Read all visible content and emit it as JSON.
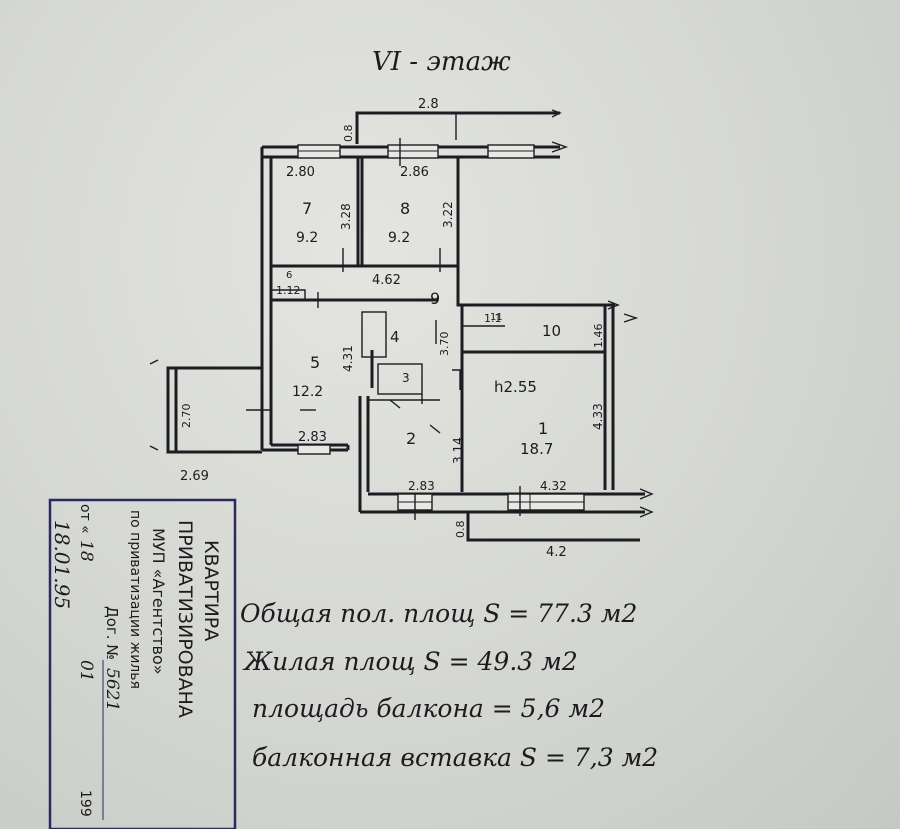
{
  "floor_title": "VI - этаж",
  "dims": {
    "bay_top": "2.8",
    "bay_side": "0.8",
    "r7_width": "2.80",
    "r7_depth": "3.28",
    "r8_width": "2.86",
    "r8_depth": "3.22",
    "r6_width": "1.12",
    "corr_width": "4.62",
    "r9_depth": "3.70",
    "r11_width": "1.1",
    "r10_width": "1.46",
    "r5_depth": "4.31",
    "r1_height": "2.55",
    "r1_depth": "4.33",
    "r5_width": "2.83",
    "r2_depth": "3.14",
    "r2_width": "2.83",
    "r1_width": "4.32",
    "balcony_depth": "2.70",
    "balcony_width": "2.69",
    "bottom_side": "0.8",
    "bottom_bay": "4.2"
  },
  "rooms": [
    {
      "num": "7",
      "area": "9.2"
    },
    {
      "num": "8",
      "area": "9.2"
    },
    {
      "num": "6",
      "area": ""
    },
    {
      "num": "9",
      "area": ""
    },
    {
      "num": "11",
      "area": ""
    },
    {
      "num": "10",
      "area": ""
    },
    {
      "num": "5",
      "area": "12.2"
    },
    {
      "num": "4",
      "area": ""
    },
    {
      "num": "3",
      "area": ""
    },
    {
      "num": "2",
      "area": ""
    },
    {
      "num": "1",
      "area": "18.7"
    }
  ],
  "notes": [
    "Общая пол. площ S = 77.3 м2",
    "Жилая площ S = 49.3 м2",
    "площадь балкона = 5,6 м2",
    "балконная вставка S = 7,3 м2"
  ],
  "stamp": {
    "line1": "КВАРТИРА",
    "line2": "ПРИВАТИЗИРОВАНА",
    "line3": "МУП «Агентство»",
    "line4": "по приватизации жилья",
    "dog_label": "Дог. №",
    "dog_number": "5621",
    "date_label": "от «",
    "date_day": "18",
    "date_month": "01",
    "date_year_suffix": "199",
    "handwritten_date": "18.01.95"
  }
}
